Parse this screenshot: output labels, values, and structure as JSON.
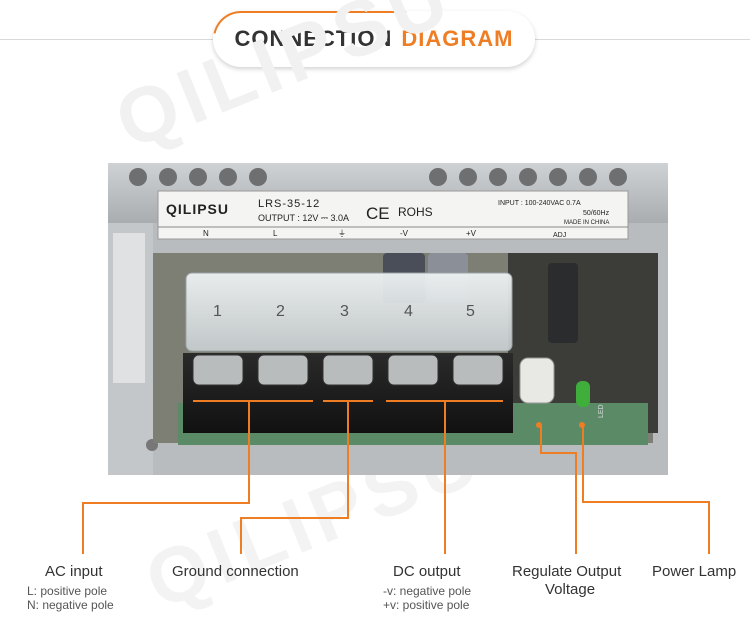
{
  "header": {
    "title_part1": "CONNECTION",
    "title_part2": "DIAGRAM"
  },
  "device": {
    "brand": "QILIPSU",
    "model": "LRS-35-12",
    "output_spec": "OUTPUT : 12V ⎓ 3.0A",
    "input_spec": "INPUT : 100-240VAC  0.7A",
    "frequency": "50/60Hz",
    "made_in": "MADE IN CHINA",
    "ce_mark": "CE",
    "rohs": "ROHS",
    "terminal_labels": [
      "N",
      "L",
      "⏚",
      "-V",
      "+V"
    ],
    "terminal_numbers": [
      "1",
      "2",
      "3",
      "4",
      "5"
    ],
    "adj_label": "ADJ",
    "led_label": "LED"
  },
  "watermark": "QILIPSU",
  "callouts": {
    "ac_input": {
      "title": "AC input",
      "line1": "L: positive pole",
      "line2": "N: negative pole"
    },
    "ground": {
      "title": "Ground connection"
    },
    "dc_output": {
      "title": "DC  output",
      "line1": "-v: negative pole",
      "line2": "+v: positive pole"
    },
    "regulate": {
      "title_line1": "Regulate Output",
      "title_line2": "Voltage"
    },
    "lamp": {
      "title": "Power Lamp"
    }
  },
  "colors": {
    "accent": "#ef7d23",
    "text": "#333333"
  }
}
